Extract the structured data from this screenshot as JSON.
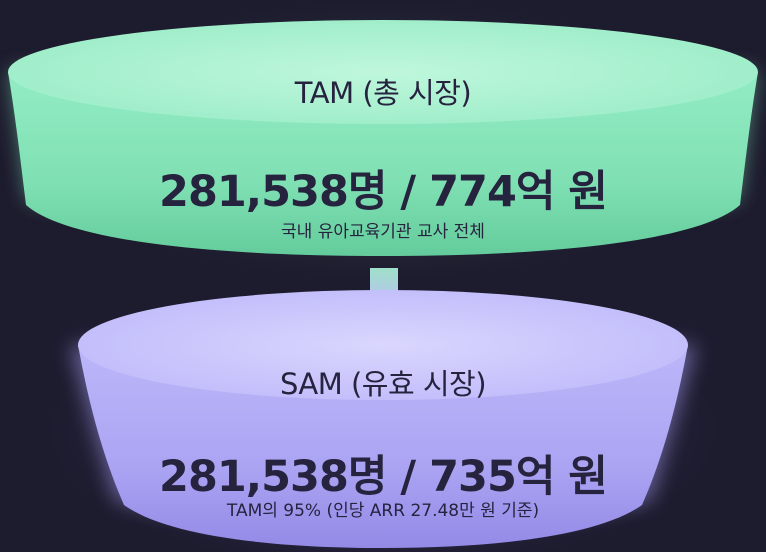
{
  "colors": {
    "background": "#1d1b2e",
    "tam_fill": "#8ee8bf",
    "sam_fill": "#b3acf5",
    "arrow": "#a9d9d1",
    "text": "#26233f"
  },
  "tam": {
    "title": "TAM (총 시장)",
    "value": "281,538명 / 774억 원",
    "description": "국내 유아교육기관 교사 전체"
  },
  "sam": {
    "title": "SAM (유효 시장)",
    "value": "281,538명 / 735억 원",
    "description": "TAM의 95% (인당 ARR 27.48만 원 기준)"
  }
}
